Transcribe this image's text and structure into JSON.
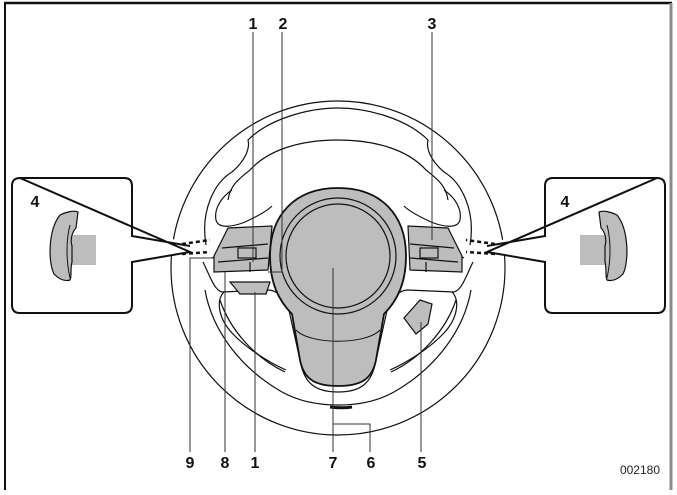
{
  "figure": {
    "id": "002180",
    "subject": "Steering wheel with control switches",
    "colors": {
      "part_fill": "#bdbdbd",
      "outline": "#111111",
      "frame_top_left": "#111111",
      "frame_right": "#8a8a8a",
      "background": "#ffffff"
    }
  },
  "callouts": {
    "top": [
      {
        "label": "1",
        "target": "left-spoke-upper-switch"
      },
      {
        "label": "2",
        "target": "left-spoke-inner-switch"
      },
      {
        "label": "3",
        "target": "right-spoke-switch"
      }
    ],
    "bottom": [
      {
        "label": "9",
        "target": "left-spoke-side-switch"
      },
      {
        "label": "8",
        "target": "left-spoke-lower-switch"
      },
      {
        "label": "1",
        "target": "left-spoke-bottom-switch"
      },
      {
        "label": "7",
        "target": "horn-pad"
      },
      {
        "label": "6",
        "target": "steering-wheel-rim"
      },
      {
        "label": "5",
        "target": "lower-right-switch"
      }
    ],
    "insets": [
      {
        "label": "4",
        "side": "left",
        "target": "paddle-shifter"
      },
      {
        "label": "4",
        "side": "right",
        "target": "paddle-shifter"
      }
    ]
  }
}
